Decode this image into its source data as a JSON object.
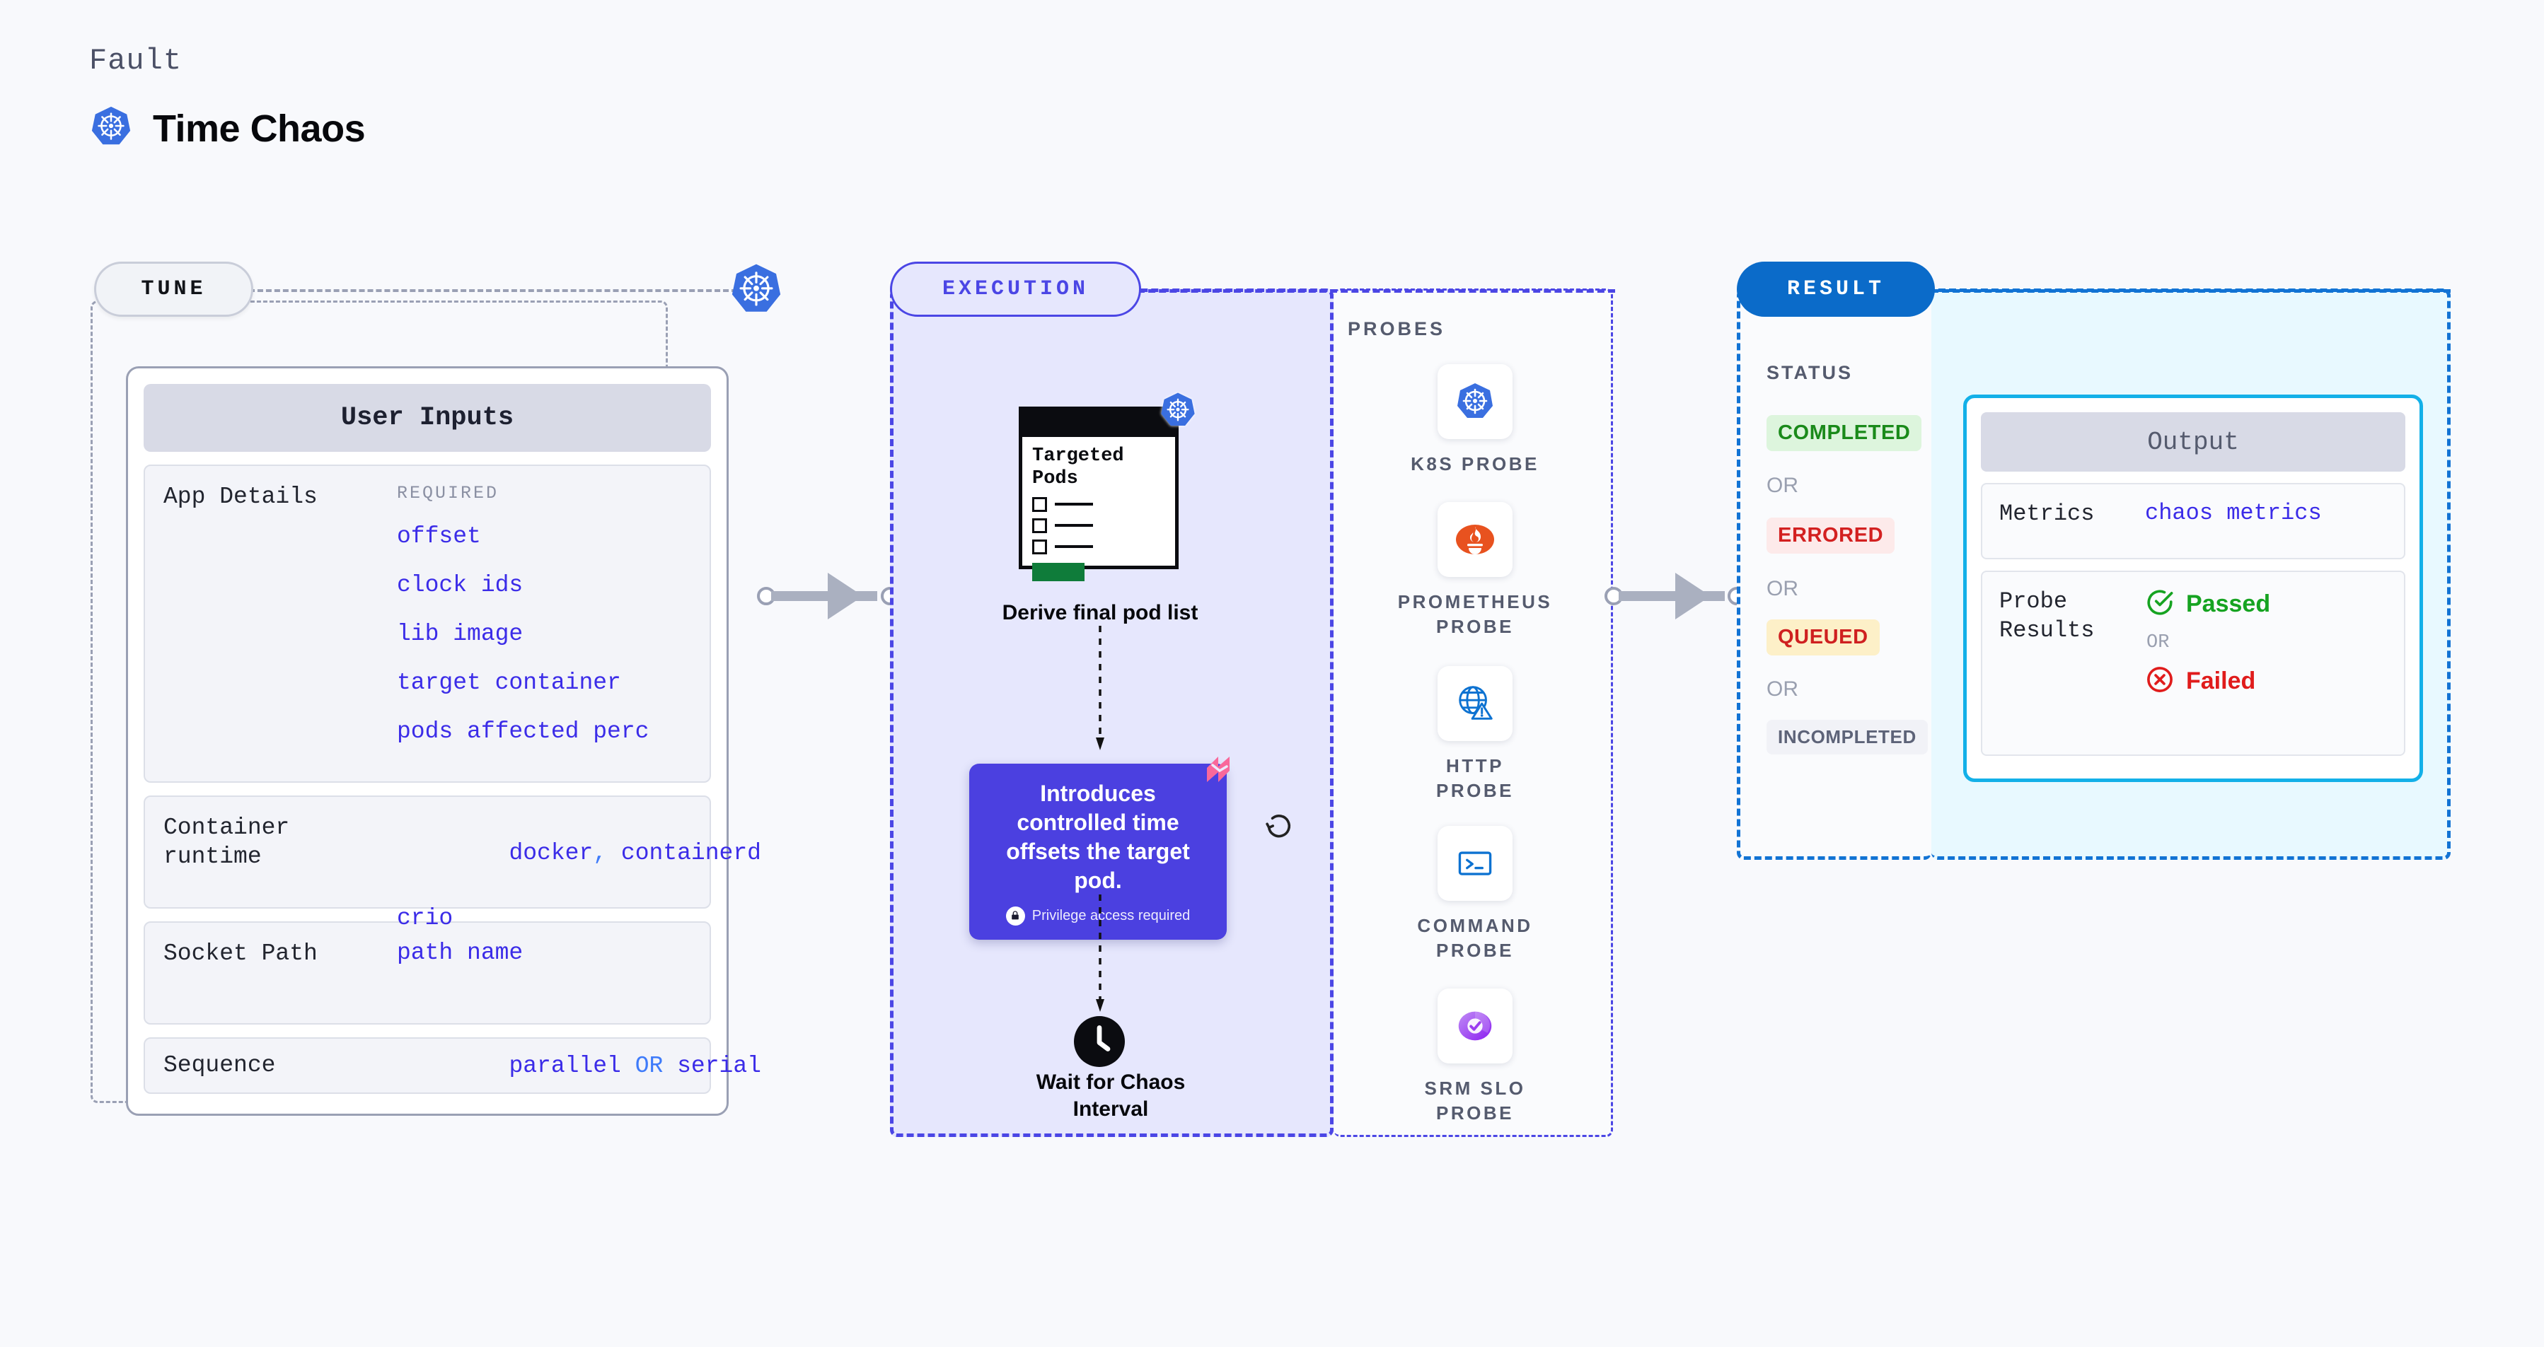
{
  "header": {
    "eyebrow": "Fault",
    "title": "Time Chaos",
    "icon": "kubernetes-icon"
  },
  "stages": {
    "tune": {
      "pill_label": "TUNE"
    },
    "execution": {
      "pill_label": "EXECUTION"
    },
    "result": {
      "pill_label": "RESULT"
    }
  },
  "tune": {
    "card_title": "User Inputs",
    "sections": [
      {
        "label": "App Details",
        "required_label": "REQUIRED",
        "values": [
          "offset",
          "clock ids",
          "lib image",
          "target container",
          "pods affected perc"
        ]
      },
      {
        "label": "Container runtime",
        "values_line1_a": "docker",
        "values_line1_sep": ",",
        "values_line1_b": "containerd",
        "values_line2": "crio"
      },
      {
        "label": "Socket Path",
        "value": "path name"
      },
      {
        "label": "Sequence",
        "value_a": "parallel",
        "value_sep": "OR",
        "value_b": "serial"
      }
    ]
  },
  "execution": {
    "pod_card": {
      "title_line1": "Targeted",
      "title_line2": "Pods",
      "badge_icon": "kubernetes-icon"
    },
    "derive_label": "Derive final pod list",
    "tooltip": {
      "text": "Introduces controlled time offsets the target pod.",
      "privilege_note": "Privilege access required",
      "lock_icon": "lock-icon",
      "corner_icon": "harness-logo-icon",
      "color": "#4b40e0"
    },
    "refresh_icon": "refresh-icon",
    "wait": {
      "icon": "clock-icon",
      "label_line1": "Wait for Chaos",
      "label_line2": "Interval"
    },
    "probes": {
      "title": "PROBES",
      "items": [
        {
          "label": "K8S PROBE",
          "icon": "kubernetes-icon"
        },
        {
          "label": "PROMETHEUS PROBE",
          "icon": "prometheus-icon"
        },
        {
          "label": "HTTP PROBE",
          "icon": "globe-warning-icon"
        },
        {
          "label": "COMMAND PROBE",
          "icon": "terminal-icon"
        },
        {
          "label": "SRM SLO PROBE",
          "icon": "srm-slo-icon"
        }
      ]
    }
  },
  "result": {
    "status_title": "STATUS",
    "or_label": "OR",
    "statuses": [
      {
        "label": "COMPLETED",
        "bg": "#ddf5dd",
        "fg": "#1a8a1a"
      },
      {
        "label": "ERRORED",
        "bg": "#fdeaea",
        "fg": "#d32020"
      },
      {
        "label": "QUEUED",
        "bg": "#fdf0c8",
        "fg": "#cf2020"
      },
      {
        "label": "INCOMPLETED",
        "bg": "#f1f2f7",
        "fg": "#5d6378"
      }
    ],
    "output": {
      "title": "Output",
      "metrics_label": "Metrics",
      "metrics_value": "chaos metrics",
      "probe_results_label": "Probe Results",
      "passed_label": "Passed",
      "failed_label": "Failed",
      "or_label": "OR",
      "passed_icon": "check-circle-icon",
      "failed_icon": "x-circle-icon",
      "passed_color": "#16a321",
      "failed_color": "#e01c1c"
    }
  }
}
